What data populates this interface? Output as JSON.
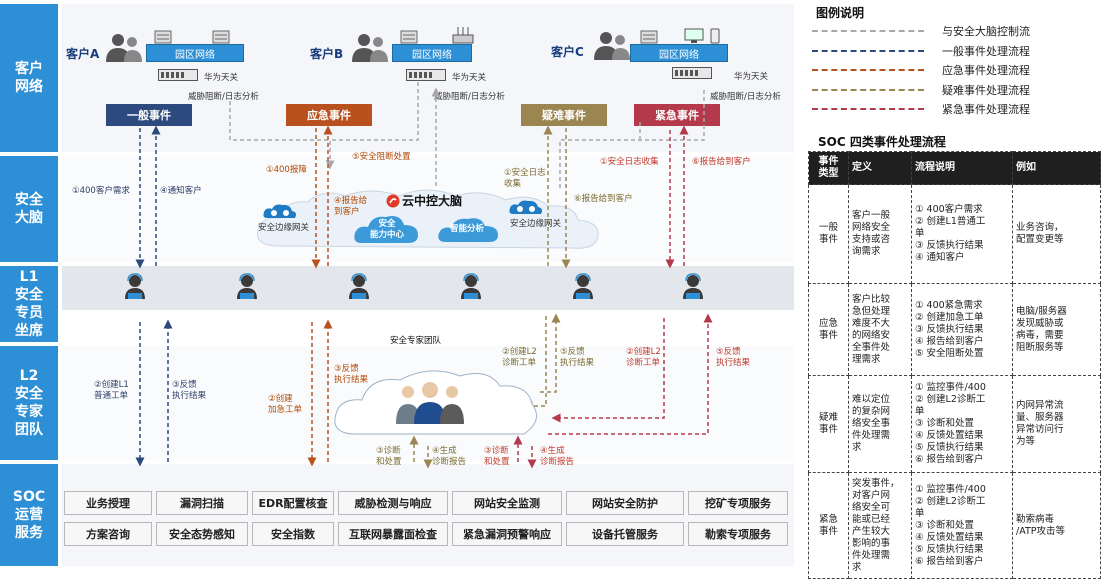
{
  "rows": {
    "customer_network": "客户\n网络",
    "security_brain": "安全\n大脑",
    "l1": "L1\n安全\n专员\n坐席",
    "l2": "L2\n安全\n专家\n团队",
    "soc": "SOC\n运营\n服务"
  },
  "customers": [
    {
      "name": "客户A",
      "network": "园区网络",
      "device": "华为天关",
      "analysis": "威胁阻断/日志分析"
    },
    {
      "name": "客户B",
      "network": "园区网络",
      "device": "华为天关",
      "analysis": "威胁阻断/日志分析"
    },
    {
      "name": "客户C",
      "network": "园区网络",
      "device": "华为天关",
      "analysis": "威胁阻断/日志分析"
    }
  ],
  "events": {
    "general": "一般事件",
    "urgent": "应急事件",
    "difficult": "疑难事件",
    "emergency": "紧急事件"
  },
  "events_colors": {
    "general": "#2c4a7e",
    "urgent": "#b8511d",
    "difficult": "#9b8550",
    "emergency": "#b43a4b"
  },
  "brain": {
    "center": "云中控大脑",
    "gateway_left": "安全边缘网关",
    "gateway_right": "安全边缘网关",
    "cap_center": "安全\n能力中心",
    "smart": "智能分析"
  },
  "flow_notes": {
    "n1": "①400客户需求",
    "n2": "④通知客户",
    "n3": "①400报障",
    "n4": "④报告给\n到客户",
    "n5": "⑤安全阻断处置",
    "n6": "①安全日志\n收集",
    "n7": "⑥报告给到客户",
    "n8": "①安全日志收集",
    "n9": "⑥报告给到客户",
    "n10": "②创建L1\n普通工单",
    "n11": "③反馈\n执行结果",
    "n12": "②创建\n加急工单",
    "n13": "③反馈\n执行结果",
    "n14": "②创建L2\n诊断工单",
    "n15": "⑤反馈\n执行结果",
    "n16": "②创建L2\n诊断工单",
    "n17": "⑤反馈\n执行结果",
    "n18": "③诊断\n和处置",
    "n19": "④生成\n诊断报告",
    "n20": "③诊断\n和处置",
    "n21": "④生成\n诊断报告"
  },
  "expert_team": "安全专家团队",
  "services": [
    [
      "业务授理",
      "漏洞扫描",
      "EDR配置核查",
      "威胁检测与响应",
      "网站安全监测",
      "网站安全防护",
      "挖矿专项服务"
    ],
    [
      "方案咨询",
      "安全态势感知",
      "安全指数",
      "互联网暴露面检查",
      "紧急漏洞预警响应",
      "设备托管服务",
      "勒索专项服务"
    ]
  ],
  "legend": {
    "title": "图例说明",
    "items": [
      {
        "label": "与安全大脑控制流",
        "color": "#a8a8a8"
      },
      {
        "label": "一般事件处理流程",
        "color": "#2c4a7e"
      },
      {
        "label": "应急事件处理流程",
        "color": "#b8511d"
      },
      {
        "label": "疑难事件处理流程",
        "color": "#9b8550"
      },
      {
        "label": "紧急事件处理流程",
        "color": "#b43a4b"
      }
    ]
  },
  "table": {
    "title": "SOC 四类事件处理流程",
    "headers": [
      "事件\n类型",
      "定义",
      "流程说明",
      "例如"
    ],
    "rows": [
      {
        "type": "一般\n事件",
        "def": "客户一般\n网络安全\n支持或咨\n询需求",
        "steps": [
          "① 400客户需求",
          "② 创建L1普通工",
          "单",
          "③ 反馈执行结果",
          "④ 通知客户"
        ],
        "example": "业务咨询，\n配置变更等"
      },
      {
        "type": "应急\n事件",
        "def": "客户比较\n急但处理\n难度不大\n的网络安\n全事件处\n理需求",
        "steps": [
          "① 400紧急需求",
          "② 创建加急工单",
          "③ 反馈执行结果",
          "④ 报告给到客户",
          "⑤ 安全阻断处置"
        ],
        "example": "电脑/服务器\n发现威胁或\n病毒，需要\n阻断服务等"
      },
      {
        "type": "疑难\n事件",
        "def": "难以定位\n的复杂网\n络安全事\n件处理需\n求",
        "steps": [
          "① 监控事件/400",
          "② 创建L2诊断工",
          "单",
          "③ 诊断和处置",
          "④ 反馈处置结果",
          "⑤ 反馈执行结果",
          "⑥ 报告给到客户"
        ],
        "example": "内网异常流\n量、服务器\n异常访问行\n为等"
      },
      {
        "type": "紧急\n事件",
        "def": "突发事件，\n对客户网\n络安全可\n能或已经\n产生较大\n影响的事\n件处理需\n求",
        "steps": [
          "① 监控事件/400",
          "② 创建L2诊断工",
          "单",
          "③ 诊断和处置",
          "④ 反馈处置结果",
          "⑤ 反馈执行结果",
          "⑥ 报告给到客户"
        ],
        "example": "勒索病毒\n/ATP攻击等"
      }
    ]
  }
}
